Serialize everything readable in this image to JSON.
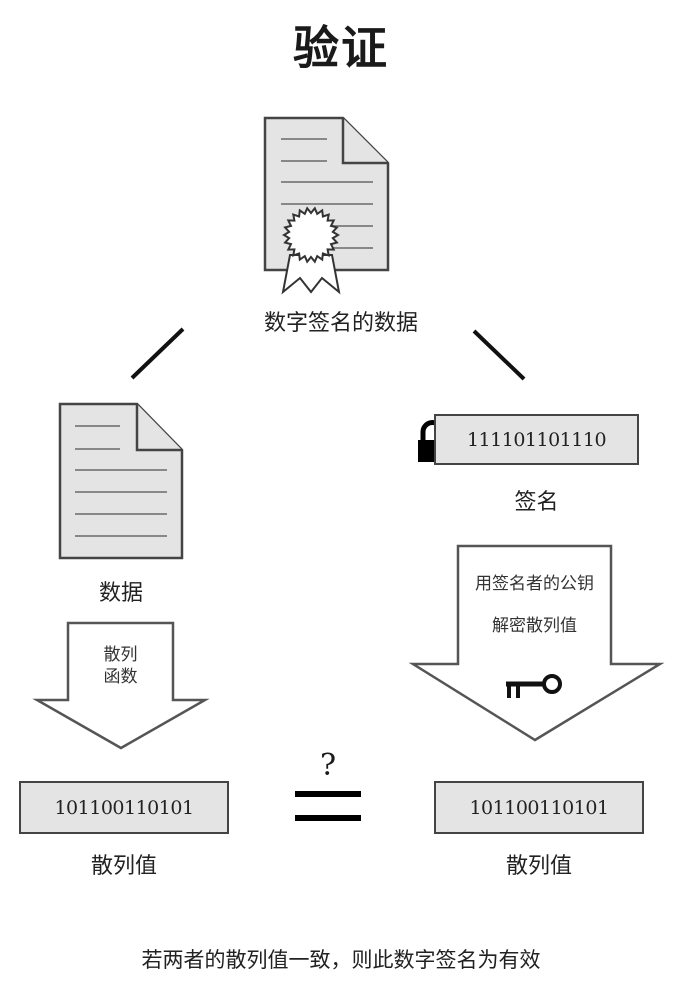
{
  "title": "验证",
  "signed_data": {
    "label": "数字签名的数据",
    "icon": "certificate-document-icon"
  },
  "data_branch": {
    "label": "数据",
    "icon": "document-icon",
    "arrow_text": [
      "散列",
      "函数"
    ],
    "hash_value": "101100110101",
    "hash_label": "散列值"
  },
  "signature_branch": {
    "signature_value": "111101101110",
    "signature_label": "签名",
    "lock_icon": "lock-icon",
    "arrow_text": [
      "用签名者的公钥",
      "解密散列值"
    ],
    "key_icon": "key-icon",
    "hash_value": "101100110101",
    "hash_label": "散列值"
  },
  "comparison": {
    "question_mark": "?",
    "symbol": "equals-icon"
  },
  "conclusion": "若两者的散列值一致，则此数字签名为有效"
}
